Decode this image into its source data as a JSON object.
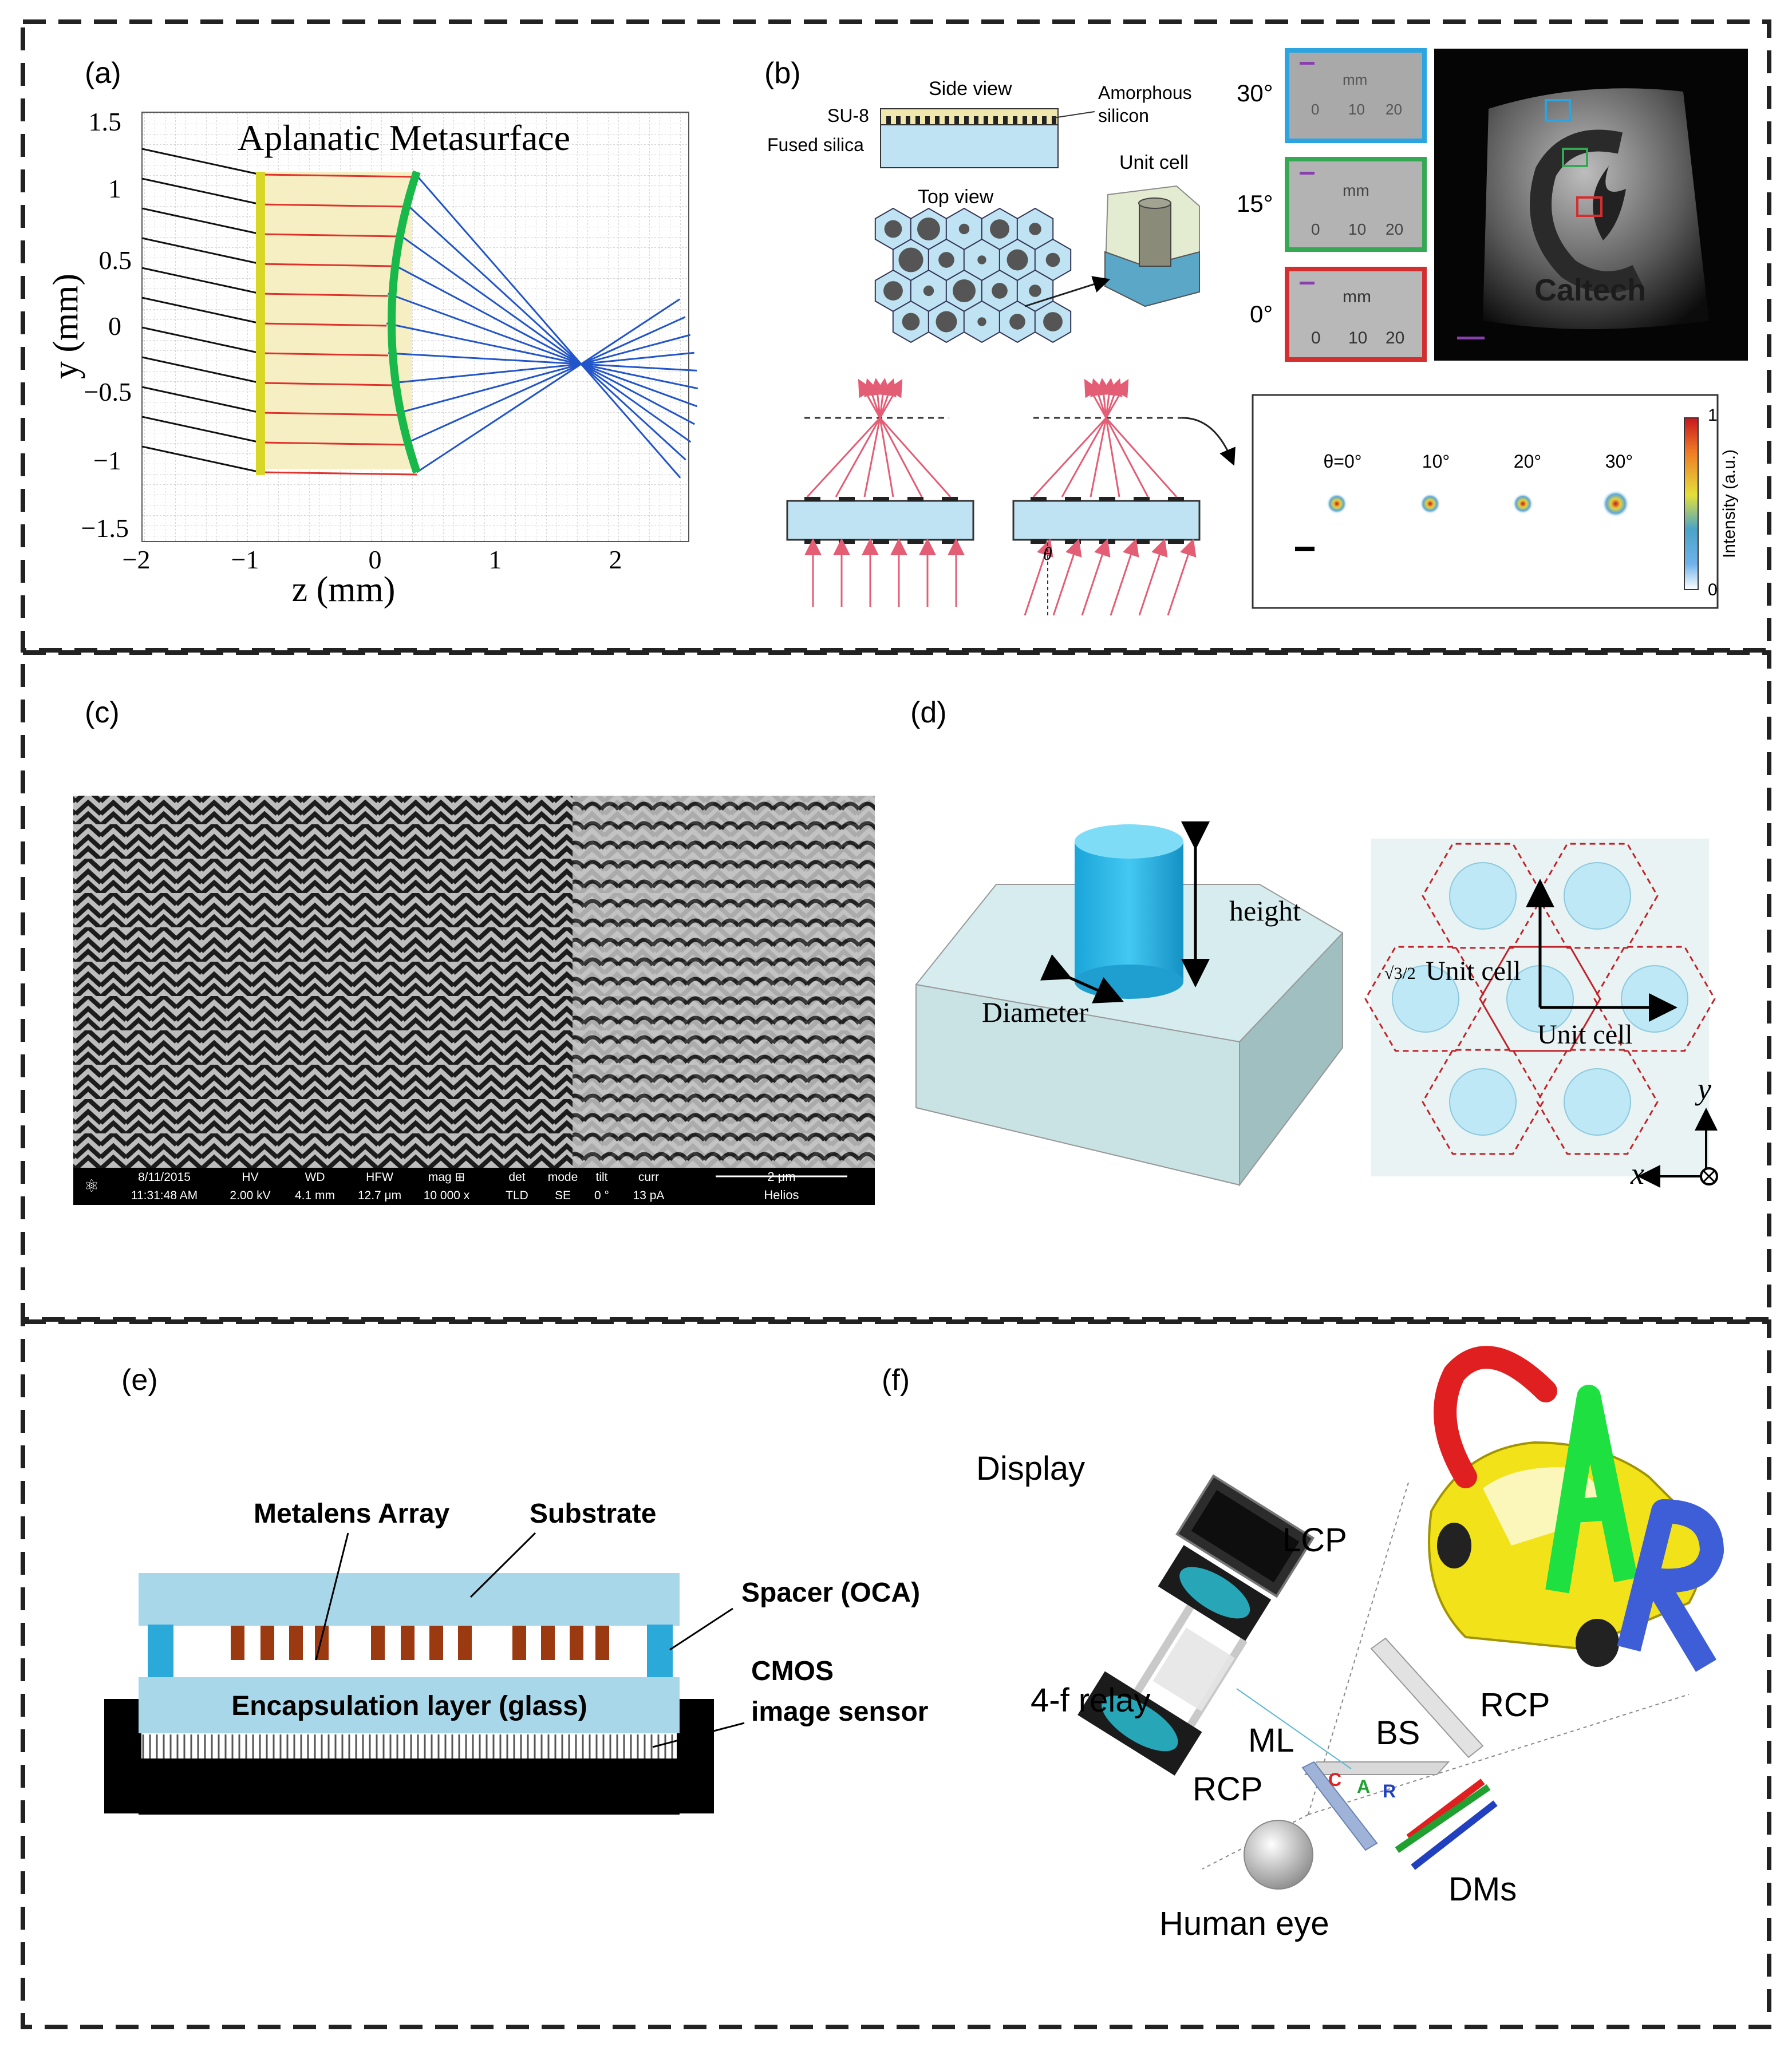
{
  "colors": {
    "light_blue": "#a9d7ea",
    "dark_blue": "#2155c9",
    "red_ray": "#e0312b",
    "green_lens": "#19b84a",
    "yellow_plane": "#d8d626",
    "shade": "#f6efc4",
    "brown": "#9b3a10",
    "cyan": "#2ba9d9",
    "dash": "#222222"
  },
  "panel_a": {
    "label": "(a)",
    "title": "Aplanatic Metasurface",
    "xlabel": "z (mm)",
    "ylabel": "y (mm)",
    "x_ticks": [
      "−2",
      "−1",
      "0",
      "1",
      "2"
    ],
    "y_ticks": [
      "1.5",
      "1",
      "0.5",
      "0",
      "−0.5",
      "−1",
      "−1.5"
    ]
  },
  "panel_b": {
    "label": "(b)",
    "side_view": "Side view",
    "su8": "SU-8",
    "fused_silica": "Fused silica",
    "amorphous": "Amorphous",
    "silicon": "silicon",
    "top_view": "Top view",
    "unit_cell": "Unit cell",
    "angles": [
      "30°",
      "15°",
      "0°"
    ],
    "mm": "mm",
    "ruler_ticks": [
      "0",
      "10",
      "20"
    ],
    "logo": "Caltech",
    "theta": "θ",
    "psf_angles": [
      "θ=0°",
      "10°",
      "20°",
      "30°"
    ],
    "colorbar_max": "1",
    "colorbar_min": "0",
    "colorbar_label": "Intensity (a.u.)"
  },
  "panel_c": {
    "label": "(c)",
    "sem_headers": [
      "HV",
      "WD",
      "HFW",
      "mag ⊞",
      "det",
      "mode",
      "tilt",
      "curr"
    ],
    "sem_date": "8/11/2015",
    "sem_time": "11:31:48 AM",
    "sem_values": [
      "2.00 kV",
      "4.1 mm",
      "12.7 μm",
      "10 000 x",
      "TLD",
      "SE",
      "0 °",
      "13 pA"
    ],
    "scale": "2 μm",
    "instrument": "Helios"
  },
  "panel_d": {
    "label": "(d)",
    "height": "height",
    "diameter": "Diameter",
    "unit_cell_h": "Unit cell",
    "unit_cell_v": "Unit cell",
    "sqrt_label": "√3/2",
    "y_axis": "y",
    "x_axis": "x"
  },
  "panel_e": {
    "label": "(e)",
    "metalens": "Metalens Array",
    "substrate": "Substrate",
    "spacer": "Spacer (OCA)",
    "encapsulation": "Encapsulation layer (glass)",
    "cmos_1": "CMOS",
    "cmos_2": "image sensor"
  },
  "panel_f": {
    "label": "(f)",
    "display": "Display",
    "lcp": "LCP",
    "relay": "4-f relay",
    "ml": "ML",
    "bs": "BS",
    "rcp_right": "RCP",
    "rcp_left": "RCP",
    "eye": "Human eye",
    "dms": "DMs",
    "car_letters": [
      "C",
      "A",
      "R"
    ]
  }
}
